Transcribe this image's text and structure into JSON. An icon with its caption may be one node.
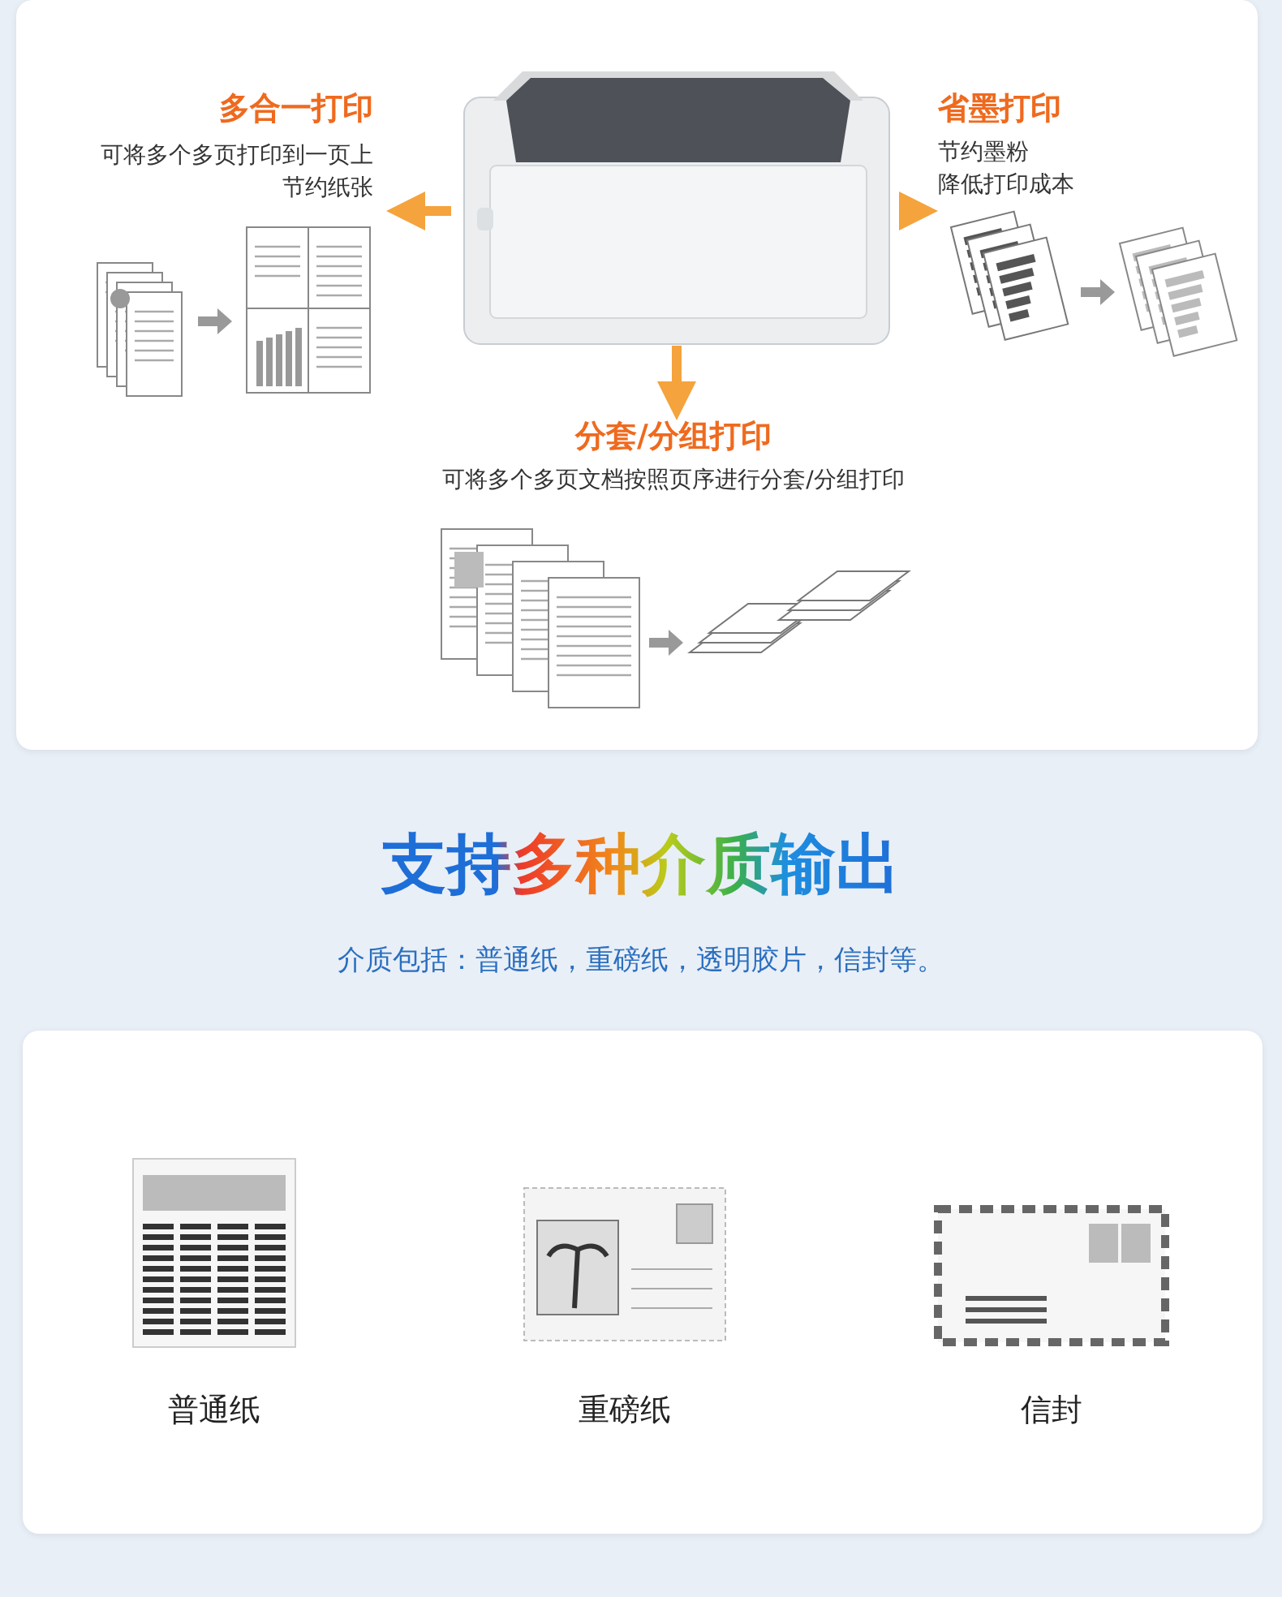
{
  "diagram": {
    "title": "支持多种介质输出",
    "nodes": [
      {
        "text": [],
        "shape": "box"
      },
      {
        "text": [],
        "shape": "picture",
        "in": 0
      },
      {
        "text": [
          "多合一打印",
          "可将多个多页打印到一页上",
          "节约纸张"
        ],
        "in": 0
      },
      {
        "text": [
          "省墨打印",
          "节约墨粉",
          "降低打印成本"
        ],
        "in": 0
      },
      {
        "text": [
          "分套/分组打印",
          "可将多个多页文档按照页序进行分套/分组打印"
        ],
        "in": 0
      },
      {
        "text": [],
        "shape": "box"
      },
      {
        "text": [
          "普通纸"
        ],
        "in": 5
      },
      {
        "text": [
          "重磅纸"
        ],
        "in": 5
      },
      {
        "text": [
          "信封"
        ],
        "in": 5
      }
    ],
    "edges": [
      {
        "from": 1,
        "to": 2,
        "arrow": "to"
      },
      {
        "from": 1,
        "to": 3,
        "arrow": "to"
      },
      {
        "from": 1,
        "to": 4,
        "arrow": "to"
      }
    ],
    "labels": [
      "介质包括：普通纸，重磅纸，透明胶片，信封等。"
    ]
  }
}
